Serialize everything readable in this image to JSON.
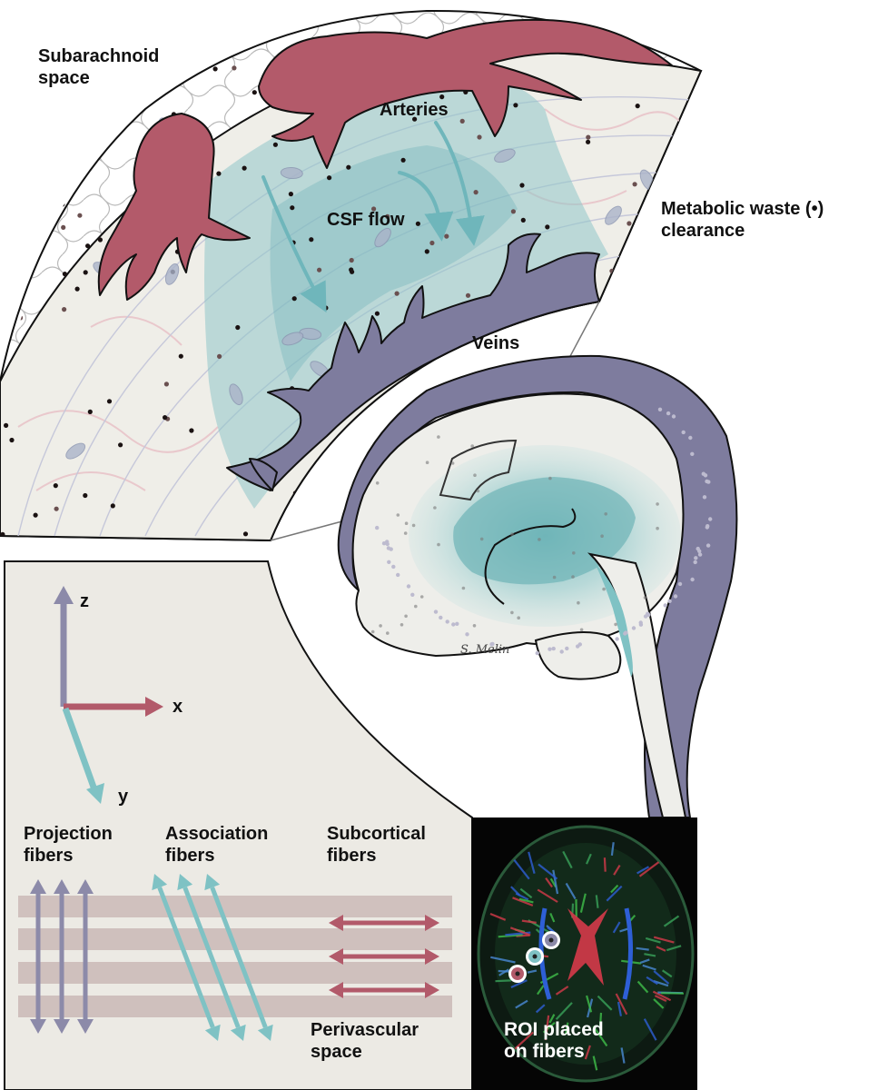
{
  "labels": {
    "subarachnoid_1": "Subarachnoid",
    "subarachnoid_2": "space",
    "arteries": "Arteries",
    "csf_flow": "CSF flow",
    "metabolic_1": "Metabolic waste (•)",
    "metabolic_2": "clearance",
    "veins": "Veins",
    "signature": "S. Melin",
    "projection_1": "Projection",
    "projection_2": "fibers",
    "association_1": "Association",
    "association_2": "fibers",
    "subcortical_1": "Subcortical",
    "subcortical_2": "fibers",
    "perivascular_1": "Perivascular",
    "perivascular_2": "space",
    "roi_1": "ROI placed",
    "roi_2": "on fibers"
  },
  "axes": {
    "z": "z",
    "x": "x",
    "y": "y"
  },
  "colors": {
    "artery": "#b35a6a",
    "vein": "#7e7c9e",
    "csf": "#6fb6bb",
    "tissue": "#ecebe4",
    "band": "#c9b6b4",
    "projection_arrow": "#8c8aa9",
    "association_arrow": "#7fc2c4",
    "subcortical_arrow": "#b25a6a"
  }
}
